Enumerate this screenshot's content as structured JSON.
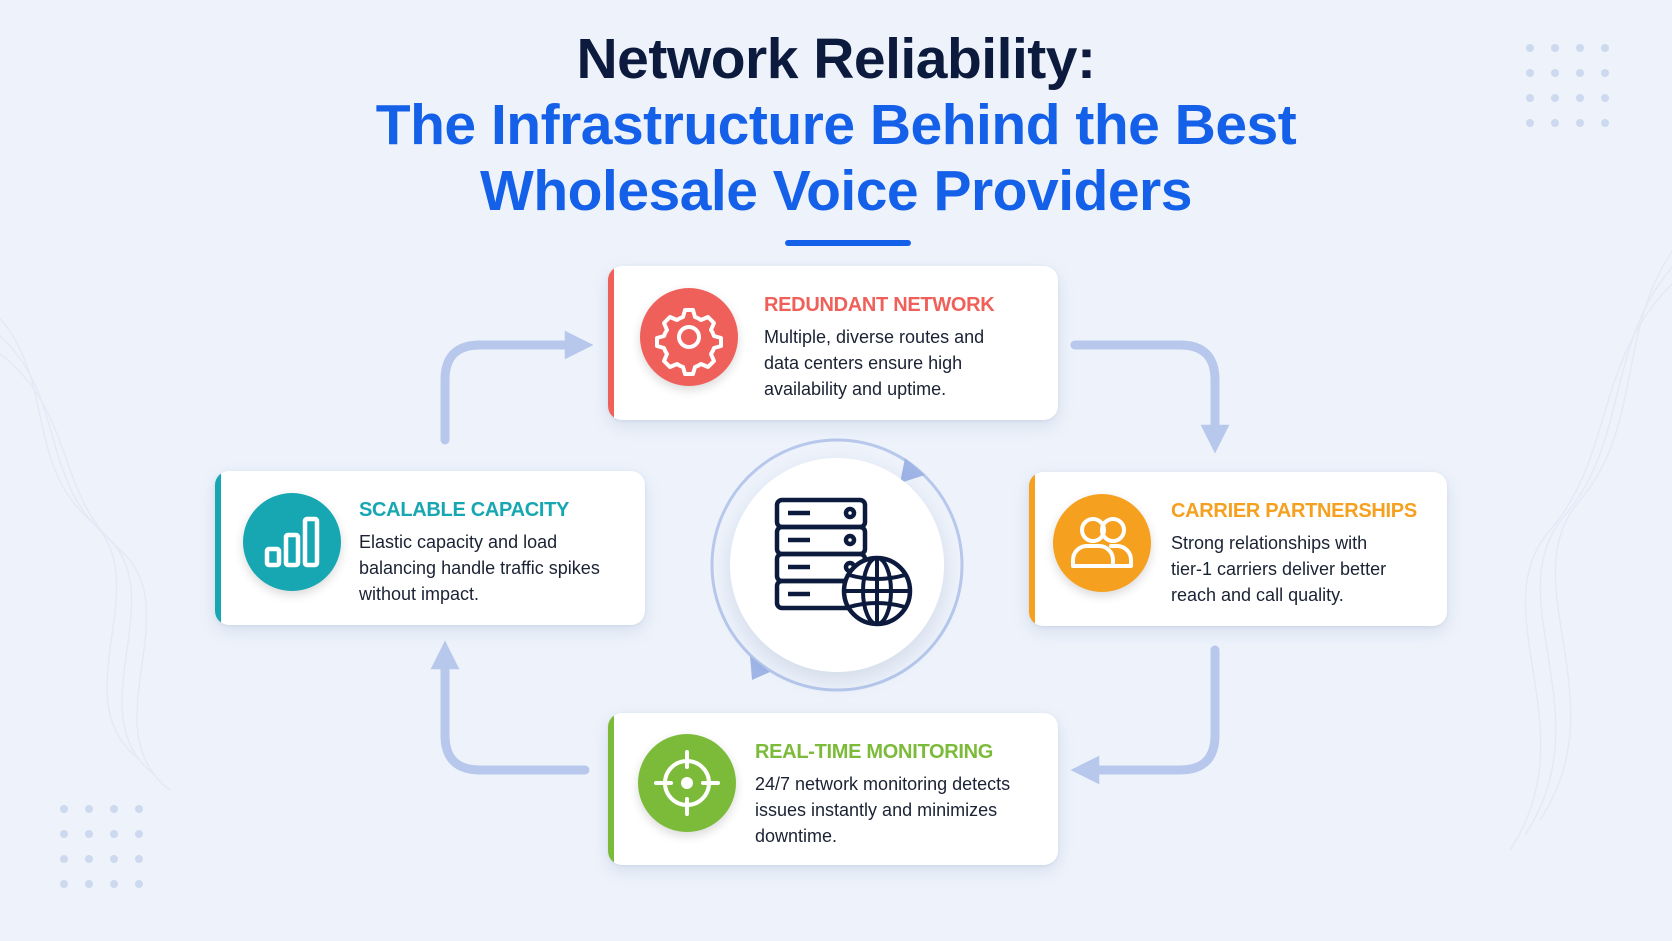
{
  "title": {
    "line1": "Network Reliability:",
    "line2a": "The Infrastructure Behind the Best",
    "line2b": "Wholesale Voice Providers"
  },
  "colors": {
    "accent_blue": "#1560e8",
    "dark_text": "#0c1a3d",
    "redundant": "#f0605a",
    "scalable": "#17a7b3",
    "carrier": "#f6a01f",
    "monitoring": "#7cbb3a",
    "arrow": "#b7c8ec"
  },
  "cards": {
    "redundant": {
      "title": "REDUNDANT NETWORK",
      "desc_lines": [
        "Multiple, diverse routes and",
        "data centers ensure high",
        "availability and uptime."
      ],
      "icon": "gear-icon"
    },
    "scalable": {
      "title": "SCALABLE CAPACITY",
      "desc_lines": [
        "Elastic capacity and load",
        "balancing handle traffic spikes",
        "without impact."
      ],
      "icon": "bar-chart-icon"
    },
    "carrier": {
      "title": "CARRIER PARTNERSHIPS",
      "desc_lines": [
        "Strong relationships with",
        "tier-1 carriers deliver better",
        "reach and call quality."
      ],
      "icon": "partners-icon"
    },
    "monitoring": {
      "title": "REAL-TIME MONITORING",
      "desc_lines": [
        "24/7 network monitoring detects",
        "issues instantly and minimizes",
        "downtime."
      ],
      "icon": "crosshair-icon"
    }
  },
  "center": {
    "icon": "server-globe-icon"
  }
}
